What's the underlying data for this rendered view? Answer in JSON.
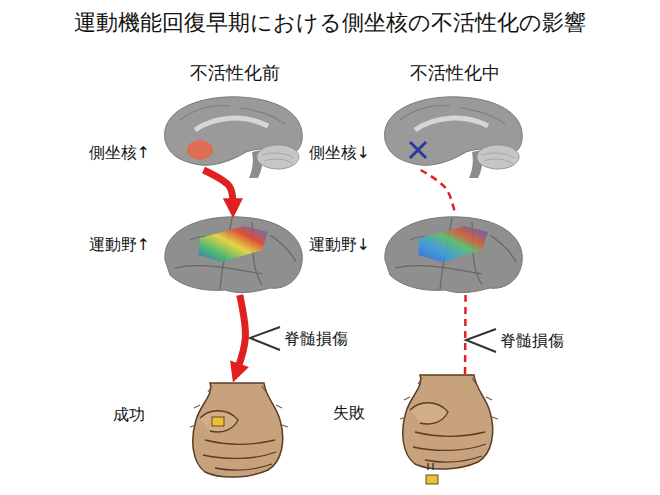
{
  "diagram": {
    "title": "運動機能回復早期における側坐核の不活性化の影響",
    "nodes": [
      {
        "text": [
          "側坐核↑"
        ]
      },
      {
        "text": [
          "運動野↑"
        ]
      },
      {
        "text": [
          "成功"
        ]
      },
      {
        "text": [
          "側坐核↓"
        ]
      },
      {
        "text": [
          "運動野↓"
        ]
      },
      {
        "text": [
          "失敗"
        ]
      }
    ],
    "edges": [
      {
        "from": 0,
        "to": 1,
        "arrow": "to"
      },
      {
        "from": 1,
        "to": 2,
        "arrow": "to"
      },
      {
        "from": 3,
        "to": 4,
        "arrow": "none"
      },
      {
        "from": 4,
        "to": 5,
        "arrow": "none"
      }
    ],
    "labels": [
      "不活性化前",
      "不活性化中",
      "脊髄損傷",
      "脊髄損傷"
    ]
  }
}
